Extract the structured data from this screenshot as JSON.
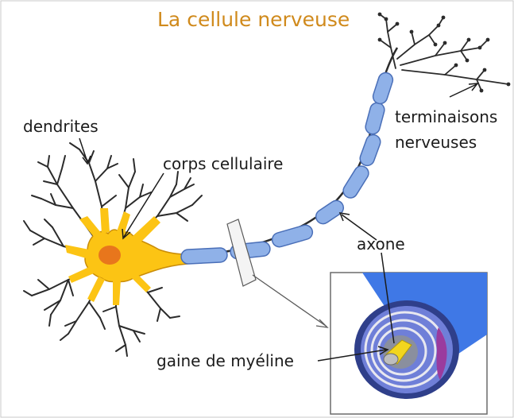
{
  "title": "La cellule nerveuse",
  "labels": {
    "dendrites": "dendrites",
    "cell_body": "corps cellulaire",
    "terminals_line1": "terminaisons",
    "terminals_line2": "nerveuses",
    "axon": "axone",
    "myelin": "gaine de myéline"
  },
  "colors": {
    "title": "#d08a1c",
    "neuron_body": "#fcc414",
    "nucleus": "#e8761c",
    "myelin_fill": "#8fb1e8",
    "myelin_stroke": "#4a6fb8",
    "inset_blue": "#3f78e6",
    "inset_dark": "#2f3f8a",
    "axon_core": "#f2d51e",
    "purple": "#9a3b9e"
  },
  "icons": [
    "neuron-illustration",
    "cross-section-inset"
  ]
}
